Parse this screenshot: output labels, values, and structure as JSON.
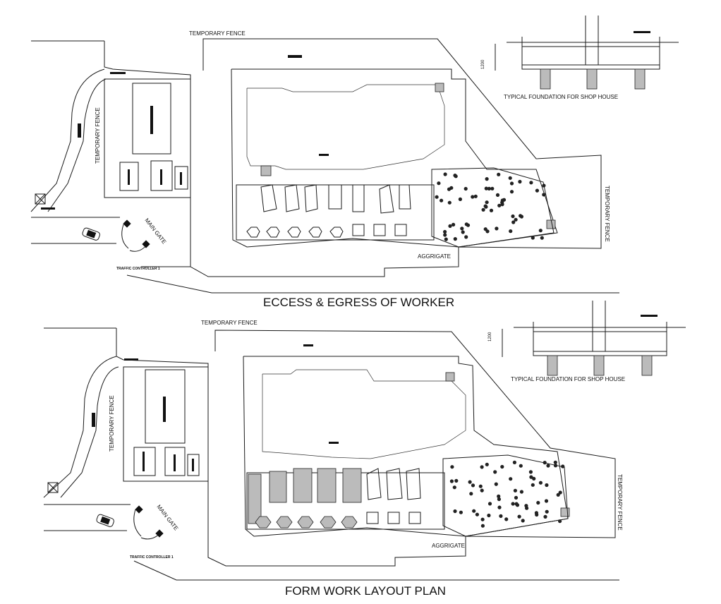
{
  "plans": [
    {
      "title": "ECCESS & EGRESS OF WORKER",
      "labels": {
        "temporary_fence_top": "TEMPORARY FENCE",
        "temporary_fence_left": "TEMPORARY FENCE",
        "temporary_fence_right": "TEMPORARY FENCE",
        "main_gate": "MAIN GATE",
        "traffic_controller": "TRAFFIC CONTROLLER 1",
        "aggregate": "AGGRIGATE",
        "foundation_caption": "TYPICAL  FOUNDATION FOR SHOP HOUSE",
        "foundation_dim": "1200"
      }
    },
    {
      "title": "FORM WORK LAYOUT PLAN",
      "labels": {
        "temporary_fence_top": "TEMPORARY FENCE",
        "temporary_fence_left": "TEMPORARY FENCE",
        "temporary_fence_right": "TEMPORARY FENCE",
        "main_gate": "MAIN GATE",
        "traffic_controller": "TRAFFIC CONTROLLER 1",
        "aggregate": "AGGRIGATE",
        "foundation_caption": "TYPICAL  FOUNDATION FOR SHOP HOUSE",
        "foundation_dim": "1200"
      }
    }
  ],
  "colors": {
    "line": "#1a1a1a",
    "background": "#ffffff",
    "hatch": "#bbbbbb"
  }
}
